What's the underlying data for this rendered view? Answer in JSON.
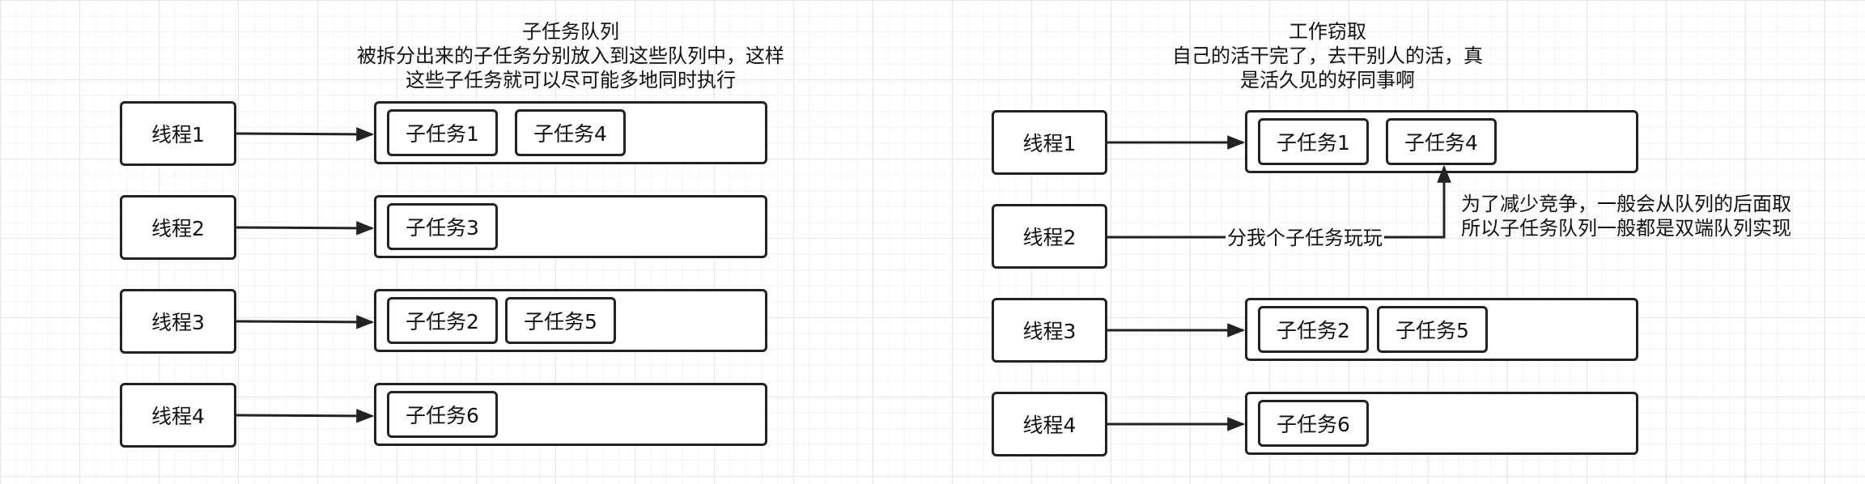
{
  "left": {
    "caption": [
      "子任务队列",
      "被拆分出来的子任务分别放入到这些队列中，这样",
      "这些子任务就可以尽可能多地同时执行"
    ],
    "threads": [
      "线程1",
      "线程2",
      "线程3",
      "线程4"
    ],
    "queues": [
      [
        "子任务1",
        "子任务4"
      ],
      [
        "子任务3"
      ],
      [
        "子任务2",
        "子任务5"
      ],
      [
        "子任务6"
      ]
    ]
  },
  "right": {
    "caption": [
      "工作窃取",
      "自己的活干完了，去干别人的活，真",
      "是活久见的好同事啊"
    ],
    "threads": [
      "线程1",
      "线程2",
      "线程3",
      "线程4"
    ],
    "queues": [
      [
        "子任务1",
        "子任务4"
      ],
      [],
      [
        "子任务2",
        "子任务5"
      ],
      [
        "子任务6"
      ]
    ],
    "steal_label": "分我个子任务玩玩",
    "note": [
      "为了减少竞争，一般会从队列的后面取",
      "所以子任务队列一般都是双端队列实现"
    ]
  }
}
